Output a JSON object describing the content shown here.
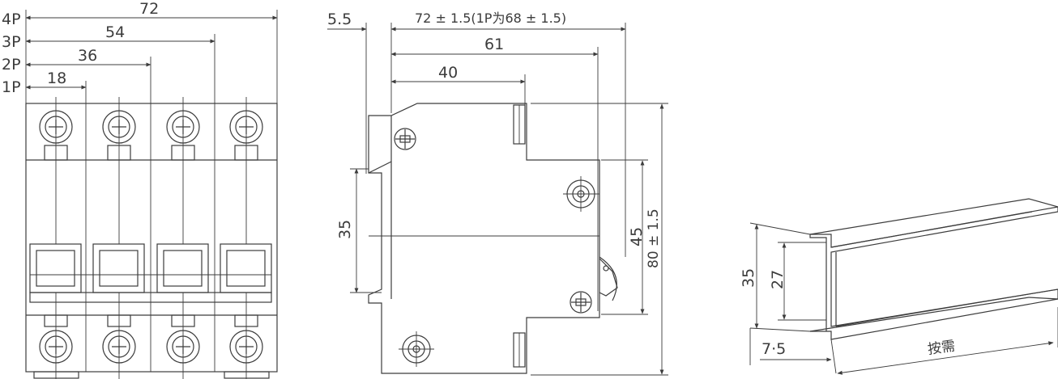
{
  "front_view": {
    "pole_labels": [
      "4P",
      "3P",
      "2P",
      "1P"
    ],
    "width_dims": [
      "72",
      "54",
      "36",
      "18"
    ]
  },
  "side_view": {
    "dim_offset": "5.5",
    "dim_depth": "72 ± 1.5(1P为68 ± 1.5)",
    "dim_61": "61",
    "dim_40": "40",
    "dim_35": "35",
    "dim_45": "45",
    "dim_height": "80 ± 1.5"
  },
  "rail": {
    "dim_35": "35",
    "dim_27": "27",
    "dim_7_5": "7·5",
    "length_label": "按需"
  }
}
